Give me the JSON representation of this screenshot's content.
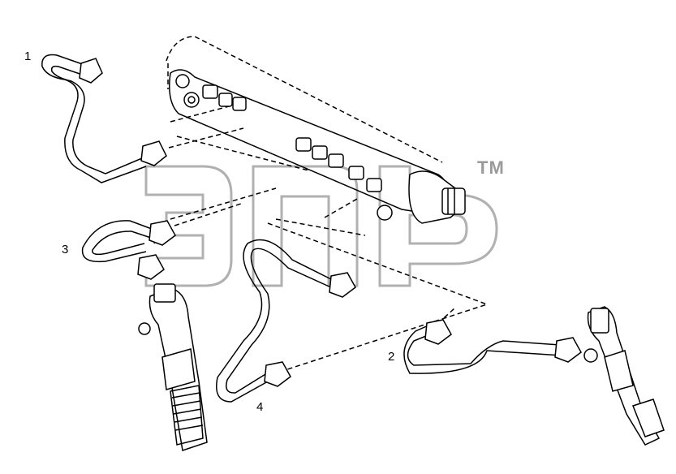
{
  "diagram": {
    "callouts": [
      {
        "id": "1",
        "text": "1"
      },
      {
        "id": "2",
        "text": "2"
      },
      {
        "id": "3",
        "text": "3"
      },
      {
        "id": "4",
        "text": "4"
      }
    ],
    "watermark": {
      "mark": "TM",
      "color": "#b0b0b0"
    },
    "line_color": "#000000",
    "background": "#ffffff"
  }
}
